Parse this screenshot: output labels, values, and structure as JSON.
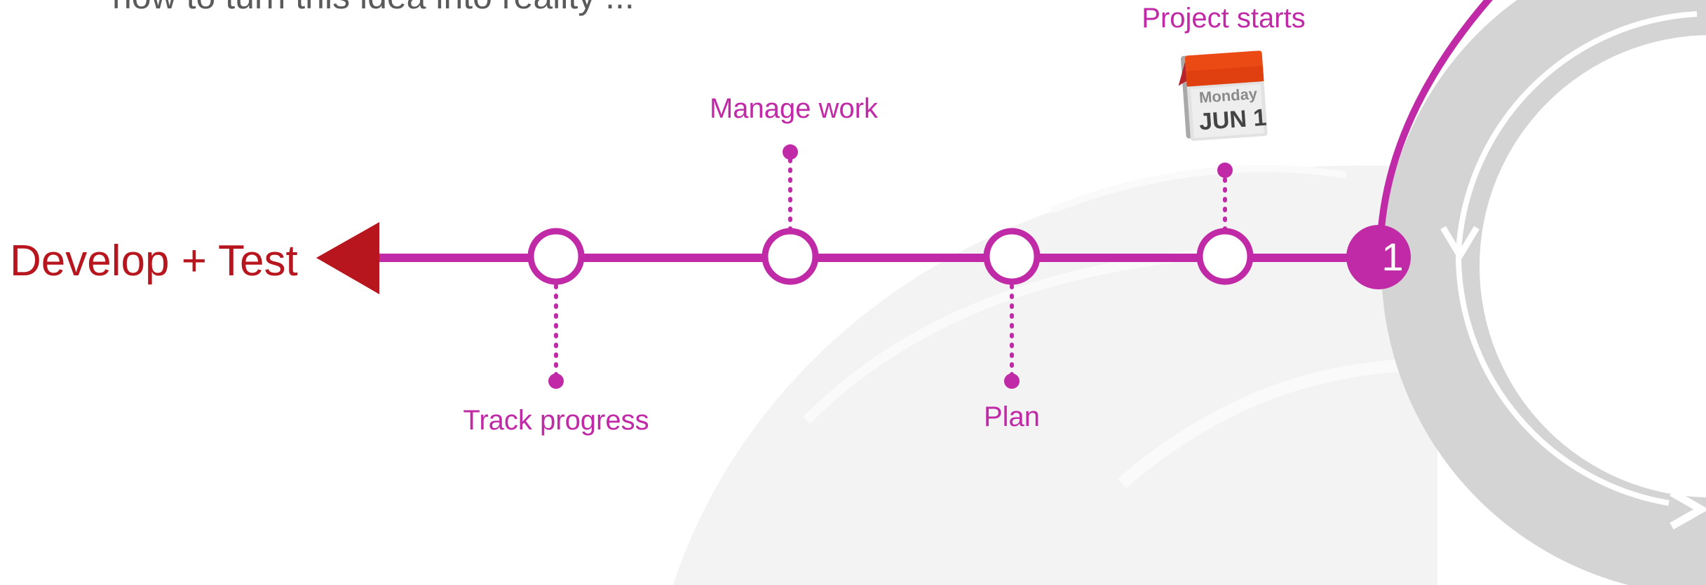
{
  "subtitle": "how to turn this idea into reality ...",
  "timeline": {
    "start_label": "Develop + Test",
    "step_number": "1",
    "milestones": [
      {
        "label": "Track progress"
      },
      {
        "label": "Manage work"
      },
      {
        "label": "Plan"
      },
      {
        "label": "Project starts"
      }
    ]
  },
  "calendar": {
    "day": "Monday",
    "date": "JUN 1"
  },
  "colors": {
    "accent": "#c02aa6",
    "start": "#b8161f",
    "ring": "#d4d4d4",
    "swirl": "#f3f3f3"
  }
}
